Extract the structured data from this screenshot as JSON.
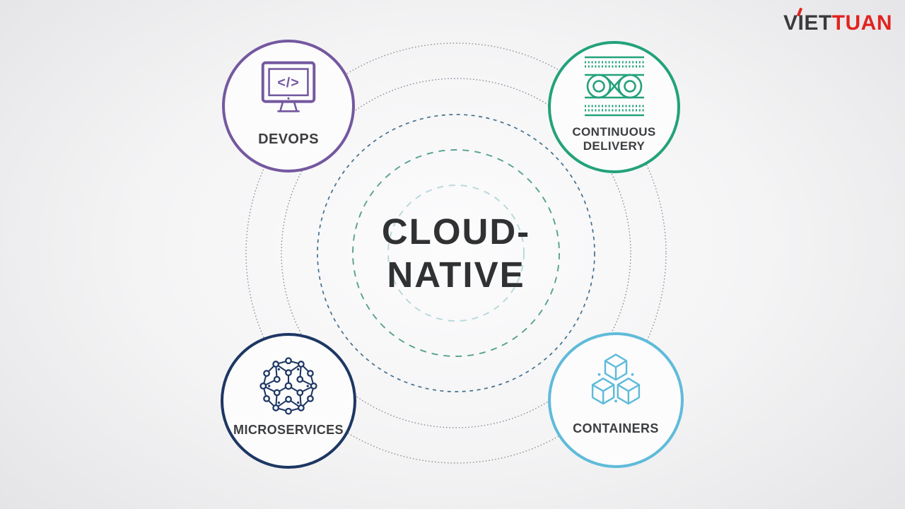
{
  "logo": {
    "viet": "VIET",
    "tuan": "TUAN",
    "viet_color": "#3a3a3c",
    "tuan_color": "#e2231f"
  },
  "center": {
    "title_line1": "CLOUD-",
    "title_line2": "NATIVE",
    "text_color": "#2f3133"
  },
  "satellites": {
    "devops": {
      "label": "DEVOPS",
      "color": "#74589f",
      "icon": "code-monitor-icon",
      "icon_glyph": "</>"
    },
    "continuous_delivery": {
      "label": "CONTINUOUS DELIVERY",
      "color": "#23a27a",
      "icon": "infinity-pipeline-icon"
    },
    "microservices": {
      "label": "MICROSERVICES",
      "color": "#1d3763",
      "icon": "network-nodes-icon"
    },
    "containers": {
      "label": "CONTAINERS",
      "color": "#5fbbd9",
      "icon": "stacked-cubes-icon"
    }
  },
  "rings": {
    "outer_dotted_color": "#8d8d94",
    "second_dotted_color": "#8e8399",
    "third_dashed_color": "#44708c",
    "fourth_dashed_color": "#58a18f",
    "inner_dashed_color": "#b9d9db"
  }
}
